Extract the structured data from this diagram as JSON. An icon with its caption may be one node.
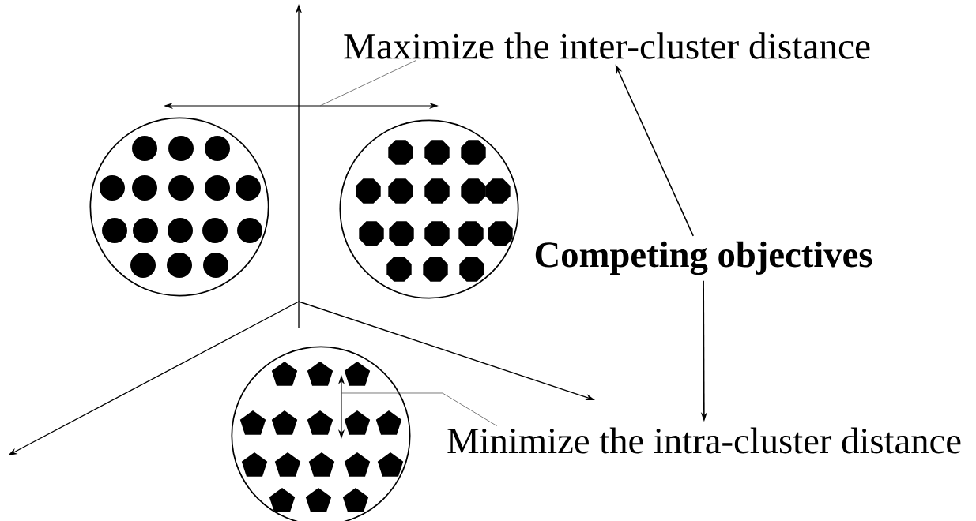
{
  "diagram": {
    "nodes": [
      {
        "text": [
          "Maximize the inter-cluster distance"
        ]
      },
      {
        "text": [
          "Competing objectives"
        ]
      },
      {
        "text": [
          "Minimize the intra-cluster distance"
        ]
      },
      {
        "text": [],
        "shape": "circle"
      },
      {
        "text": [],
        "shape": "circle"
      },
      {
        "text": [],
        "shape": "circle"
      }
    ],
    "edges": [
      {
        "from": 1,
        "to": 0,
        "arrow": "to"
      },
      {
        "from": 1,
        "to": 2,
        "arrow": "to"
      },
      {
        "from": 0,
        "to": null,
        "arrow": "none"
      },
      {
        "from": 2,
        "to": 5,
        "arrow": "none"
      }
    ]
  }
}
